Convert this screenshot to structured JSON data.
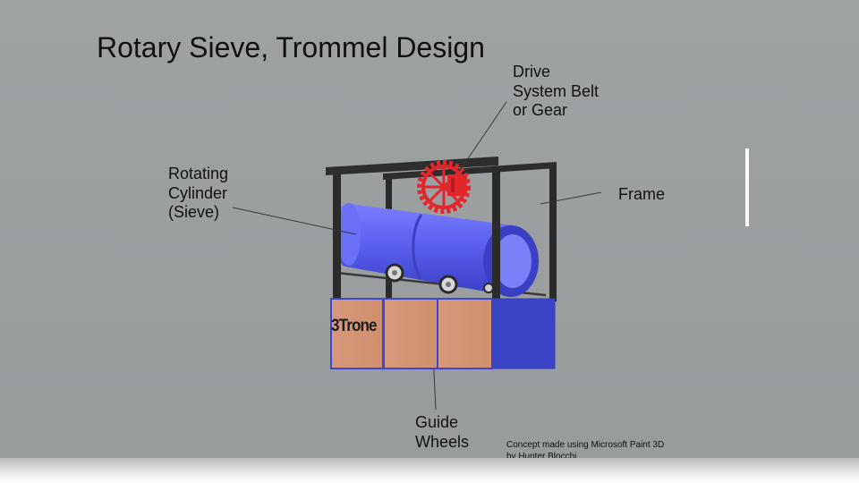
{
  "slide": {
    "title": "Rotary Sieve, Trommel Design",
    "labels": {
      "drive": "Drive\nSystem Belt\nor Gear",
      "cylinder": "Rotating\nCylinder\n(Sieve)",
      "frame": "Frame",
      "guide": "Guide\nWheels"
    },
    "credit": "Concept made using Microsoft Paint 3D\nby Hunter Blocchi",
    "stamp_text": "3Trone"
  },
  "colors": {
    "background": "#9a9e9f",
    "frame": "#2b2b2b",
    "cylinder": "#5a5ff0",
    "gear": "#e3262b",
    "box_tan": "#d39472",
    "box_blue": "#3a44c4"
  }
}
